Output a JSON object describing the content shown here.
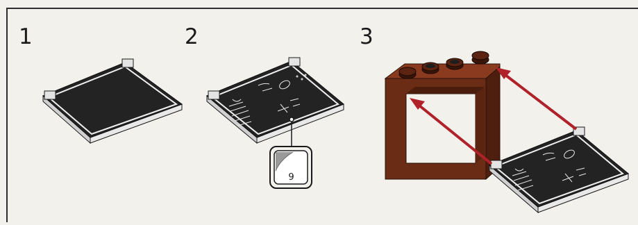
{
  "steps": [
    {
      "number": "1"
    },
    {
      "number": "2"
    },
    {
      "number": "3"
    }
  ],
  "callout": {
    "sticker_number": "9"
  },
  "colors": {
    "tile": "#222222",
    "frame_brown": "#6b2c16",
    "arrow_red": "#b0222a",
    "panel_bg": "#f3f1ec"
  }
}
